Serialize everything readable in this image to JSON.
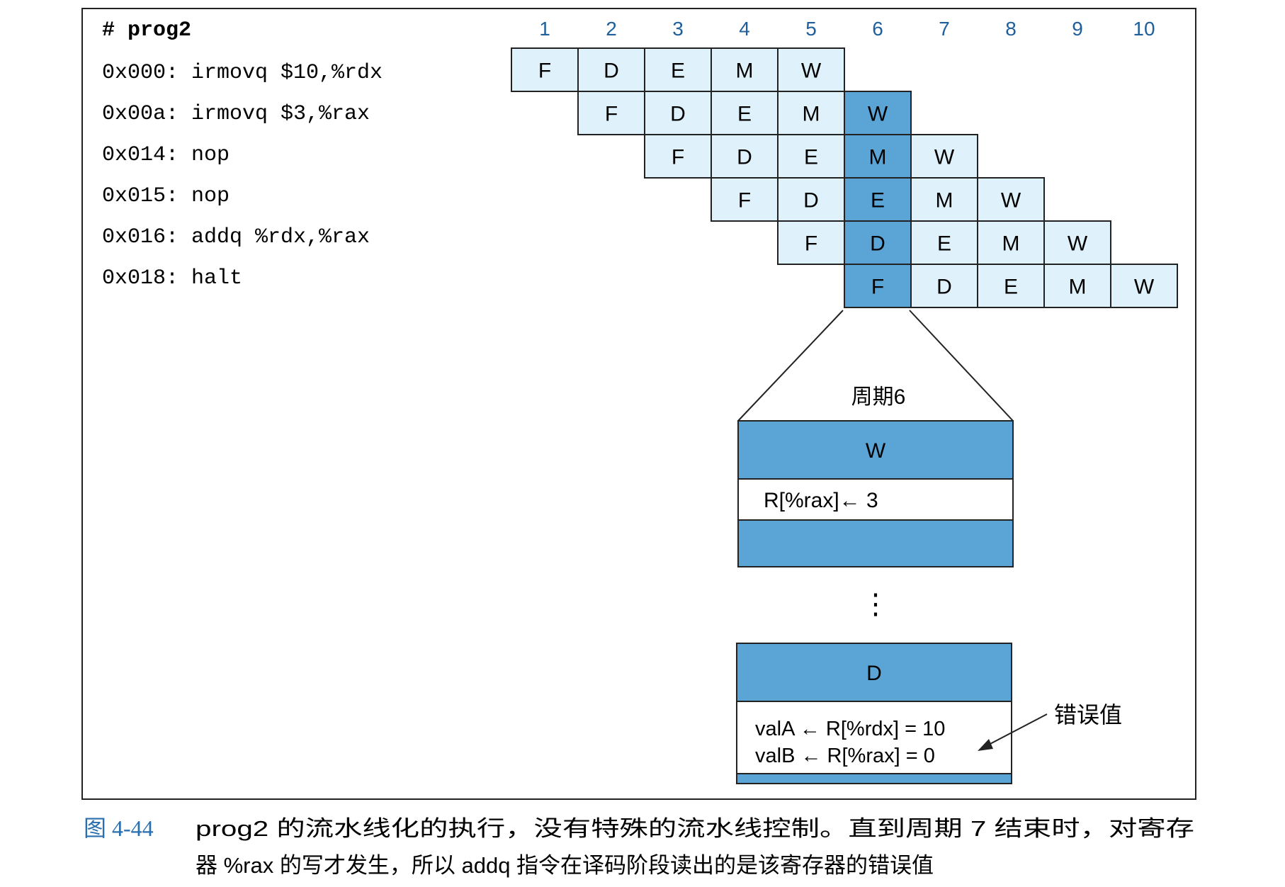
{
  "program": {
    "title": "# prog2",
    "lines": [
      "0x000: irmovq $10,%rdx",
      "0x00a: irmovq  $3,%rax",
      "0x014: nop",
      "0x015: nop",
      "0x016: addq %rdx,%rax",
      "0x018: halt"
    ]
  },
  "pipeline": {
    "cycles": [
      "1",
      "2",
      "3",
      "4",
      "5",
      "6",
      "7",
      "8",
      "9",
      "10"
    ],
    "stages": [
      "F",
      "D",
      "E",
      "M",
      "W"
    ],
    "rows": [
      {
        "start": 1,
        "stages": [
          "F",
          "D",
          "E",
          "M",
          "W"
        ]
      },
      {
        "start": 2,
        "stages": [
          "F",
          "D",
          "E",
          "M",
          "W"
        ]
      },
      {
        "start": 3,
        "stages": [
          "F",
          "D",
          "E",
          "M",
          "W"
        ]
      },
      {
        "start": 4,
        "stages": [
          "F",
          "D",
          "E",
          "M",
          "W"
        ]
      },
      {
        "start": 5,
        "stages": [
          "F",
          "D",
          "E",
          "M",
          "W"
        ]
      },
      {
        "start": 6,
        "stages": [
          "F",
          "D",
          "E",
          "M",
          "W"
        ]
      }
    ],
    "highlight_cycle": 6
  },
  "detail": {
    "title": "周期6",
    "w_block": {
      "label": "W",
      "text": "R[%rax]← 3"
    },
    "ellipsis": "⋮",
    "d_block": {
      "label": "D",
      "line1": "valA ← R[%rdx] = 10",
      "line2": "valB ← R[%rax] = 0"
    },
    "error_label": "错误值"
  },
  "caption": {
    "number": "图 4-44",
    "line1": "prog2 的流水线化的执行，没有特殊的流水线控制。直到周期 7 结束时，对寄存",
    "line2": "器 %rax 的写才发生，所以 addq 指令在译码阶段读出的是该寄存器的错误值"
  },
  "colors": {
    "cell_fill": "#dff1fb",
    "highlight_fill": "#5ba5d6",
    "block_fill": "#5ba5d6",
    "caption_accent": "#2a6fb0",
    "cycle_number": "#1f5f9c"
  }
}
